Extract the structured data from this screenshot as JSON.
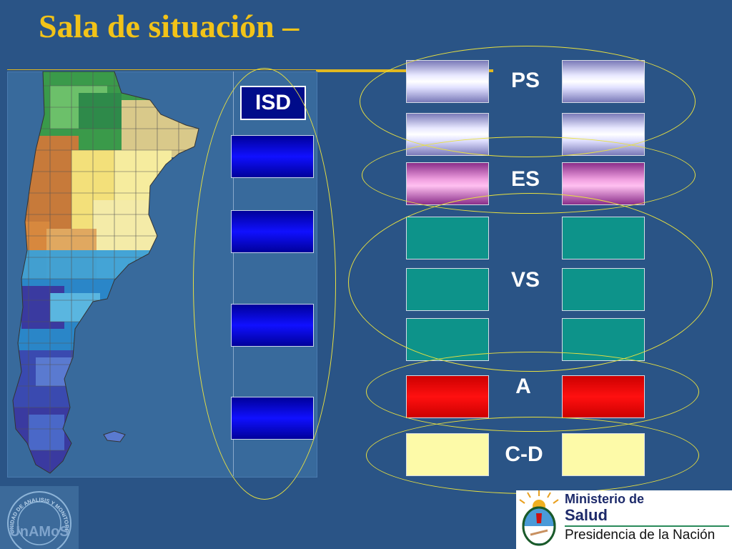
{
  "slide": {
    "title": "Sala de situación –",
    "isd_label": "ISD",
    "categories": [
      {
        "label": "PS",
        "color": "#c8c8f0"
      },
      {
        "label": "ES",
        "color": "#f090d8"
      },
      {
        "label": "VS",
        "color": "#0d938a"
      },
      {
        "label": "A",
        "color": "#ff0000"
      },
      {
        "label": "C-D",
        "color": "#fdfaa8"
      }
    ],
    "isd_color": "#0000ff",
    "title_color": "#f2c318",
    "background_color": "#2a5486"
  },
  "logos": {
    "left_text": "UnAMoS",
    "left_ring_text": "UNIDAD DE ANALISIS Y MONITOREO DE LA SALUD",
    "ministry_line1": "Ministerio de",
    "ministry_line2": "Salud",
    "ministry_line3": "Presidencia de la Nación",
    "seal_icon": "argentina-coat-of-arms-icon"
  }
}
